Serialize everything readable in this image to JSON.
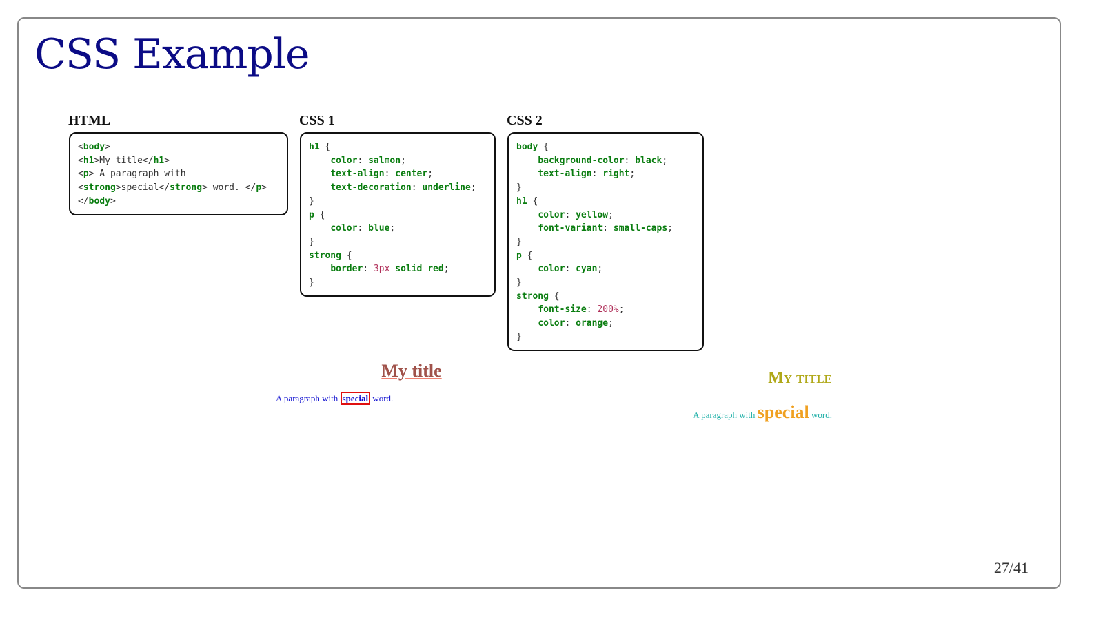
{
  "slide": {
    "title": "CSS Example",
    "page": "27/41"
  },
  "panels": [
    {
      "label": "HTML",
      "lines": [
        [
          [
            "p",
            "<"
          ],
          [
            "k",
            "body"
          ],
          [
            "p",
            ">"
          ]
        ],
        [
          [
            "p",
            "<"
          ],
          [
            "k",
            "h1"
          ],
          [
            "p",
            ">My title</"
          ],
          [
            "k",
            "h1"
          ],
          [
            "p",
            ">"
          ]
        ],
        [
          [
            "p",
            "<"
          ],
          [
            "k",
            "p"
          ],
          [
            "p",
            "> A paragraph with"
          ]
        ],
        [
          [
            "p",
            "<"
          ],
          [
            "k",
            "strong"
          ],
          [
            "p",
            ">special</"
          ],
          [
            "k",
            "strong"
          ],
          [
            "p",
            "> word. </"
          ],
          [
            "k",
            "p"
          ],
          [
            "p",
            ">"
          ]
        ],
        [
          [
            "p",
            "</"
          ],
          [
            "k",
            "body"
          ],
          [
            "p",
            ">"
          ]
        ]
      ]
    },
    {
      "label": "CSS 1",
      "lines": [
        [
          [
            "k",
            "h1"
          ],
          [
            "p",
            " {"
          ]
        ],
        [
          [
            "p",
            "    "
          ],
          [
            "k",
            "color"
          ],
          [
            "p",
            ": "
          ],
          [
            "k",
            "salmon"
          ],
          [
            "p",
            ";"
          ]
        ],
        [
          [
            "p",
            "    "
          ],
          [
            "k",
            "text-align"
          ],
          [
            "p",
            ": "
          ],
          [
            "k",
            "center"
          ],
          [
            "p",
            ";"
          ]
        ],
        [
          [
            "p",
            "    "
          ],
          [
            "k",
            "text-decoration"
          ],
          [
            "p",
            ": "
          ],
          [
            "k",
            "underline"
          ],
          [
            "p",
            ";"
          ]
        ],
        [
          [
            "p",
            "}"
          ]
        ],
        [
          [
            "k",
            "p"
          ],
          [
            "p",
            " {"
          ]
        ],
        [
          [
            "p",
            "    "
          ],
          [
            "k",
            "color"
          ],
          [
            "p",
            ": "
          ],
          [
            "k",
            "blue"
          ],
          [
            "p",
            ";"
          ]
        ],
        [
          [
            "p",
            "}"
          ]
        ],
        [
          [
            "k",
            "strong"
          ],
          [
            "p",
            " {"
          ]
        ],
        [
          [
            "p",
            "    "
          ],
          [
            "k",
            "border"
          ],
          [
            "p",
            ": "
          ],
          [
            "n",
            "3px"
          ],
          [
            "p",
            " "
          ],
          [
            "k",
            "solid red"
          ],
          [
            "p",
            ";"
          ]
        ],
        [
          [
            "p",
            "}"
          ]
        ]
      ]
    },
    {
      "label": "CSS 2",
      "lines": [
        [
          [
            "k",
            "body"
          ],
          [
            "p",
            " {"
          ]
        ],
        [
          [
            "p",
            "    "
          ],
          [
            "k",
            "background-color"
          ],
          [
            "p",
            ": "
          ],
          [
            "k",
            "black"
          ],
          [
            "p",
            ";"
          ]
        ],
        [
          [
            "p",
            "    "
          ],
          [
            "k",
            "text-align"
          ],
          [
            "p",
            ": "
          ],
          [
            "k",
            "right"
          ],
          [
            "p",
            ";"
          ]
        ],
        [
          [
            "p",
            "}"
          ]
        ],
        [
          [
            "k",
            "h1"
          ],
          [
            "p",
            " {"
          ]
        ],
        [
          [
            "p",
            "    "
          ],
          [
            "k",
            "color"
          ],
          [
            "p",
            ": "
          ],
          [
            "k",
            "yellow"
          ],
          [
            "p",
            ";"
          ]
        ],
        [
          [
            "p",
            "    "
          ],
          [
            "k",
            "font-variant"
          ],
          [
            "p",
            ": "
          ],
          [
            "k",
            "small-caps"
          ],
          [
            "p",
            ";"
          ]
        ],
        [
          [
            "p",
            "}"
          ]
        ],
        [
          [
            "k",
            "p"
          ],
          [
            "p",
            " {"
          ]
        ],
        [
          [
            "p",
            "    "
          ],
          [
            "k",
            "color"
          ],
          [
            "p",
            ": "
          ],
          [
            "k",
            "cyan"
          ],
          [
            "p",
            ";"
          ]
        ],
        [
          [
            "p",
            "}"
          ]
        ],
        [
          [
            "k",
            "strong"
          ],
          [
            "p",
            " {"
          ]
        ],
        [
          [
            "p",
            "    "
          ],
          [
            "k",
            "font-size"
          ],
          [
            "p",
            ": "
          ],
          [
            "n",
            "200%"
          ],
          [
            "p",
            ";"
          ]
        ],
        [
          [
            "p",
            "    "
          ],
          [
            "k",
            "color"
          ],
          [
            "p",
            ": "
          ],
          [
            "k",
            "orange"
          ],
          [
            "p",
            ";"
          ]
        ],
        [
          [
            "p",
            "}"
          ]
        ]
      ]
    }
  ],
  "render1": {
    "title": "My title",
    "before": "A paragraph with ",
    "strong": "special",
    "after": " word."
  },
  "render2": {
    "title": "My title",
    "before": "A paragraph with ",
    "strong": "special",
    "after": " word."
  }
}
